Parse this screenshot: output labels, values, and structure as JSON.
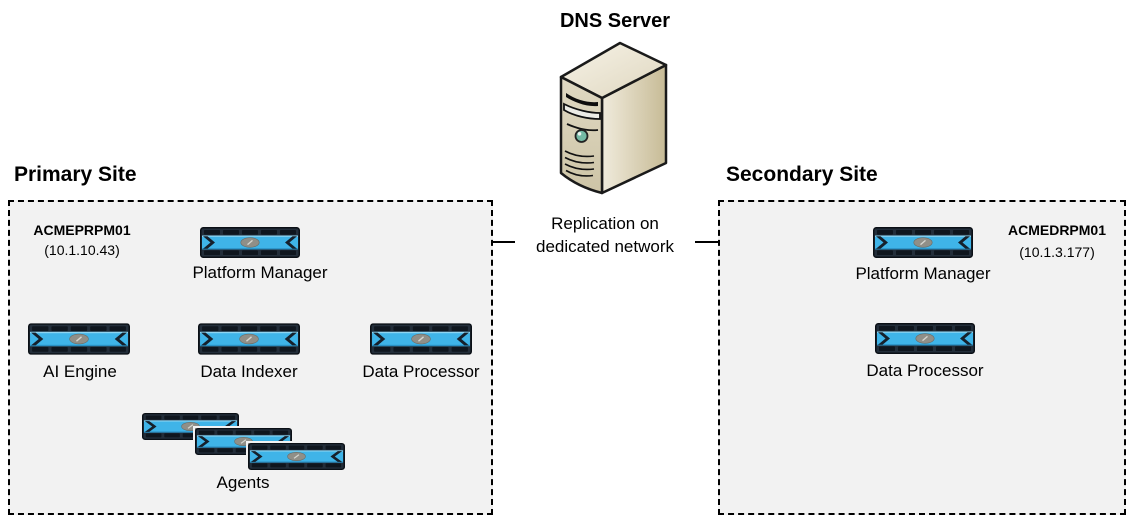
{
  "dns_server": {
    "label": "DNS Server"
  },
  "replication": {
    "line1": "Replication on",
    "line2": "dedicated network"
  },
  "primary_site": {
    "title": "Primary Site",
    "platform_manager": {
      "hostname": "ACMEPRPM01",
      "ip": "(10.1.10.43)",
      "label": "Platform Manager"
    },
    "components": {
      "ai_engine": "AI Engine",
      "data_indexer": "Data Indexer",
      "data_processor": "Data Processor",
      "agents": "Agents"
    }
  },
  "secondary_site": {
    "title": "Secondary Site",
    "platform_manager": {
      "hostname": "ACMEDRPM01",
      "ip": "(10.1.3.177)",
      "label": "Platform Manager"
    },
    "components": {
      "data_processor": "Data Processor"
    }
  },
  "icons": {
    "appliance": "rack-appliance-icon",
    "dns": "tower-server-icon"
  },
  "colors": {
    "appliance_blue": "#3FB4E8",
    "appliance_frame": "#232E3A",
    "site_box_fill": "#F2F2F2",
    "site_box_border": "#000000",
    "server_beige": "#D8D0B5",
    "arrow": "#000000"
  }
}
